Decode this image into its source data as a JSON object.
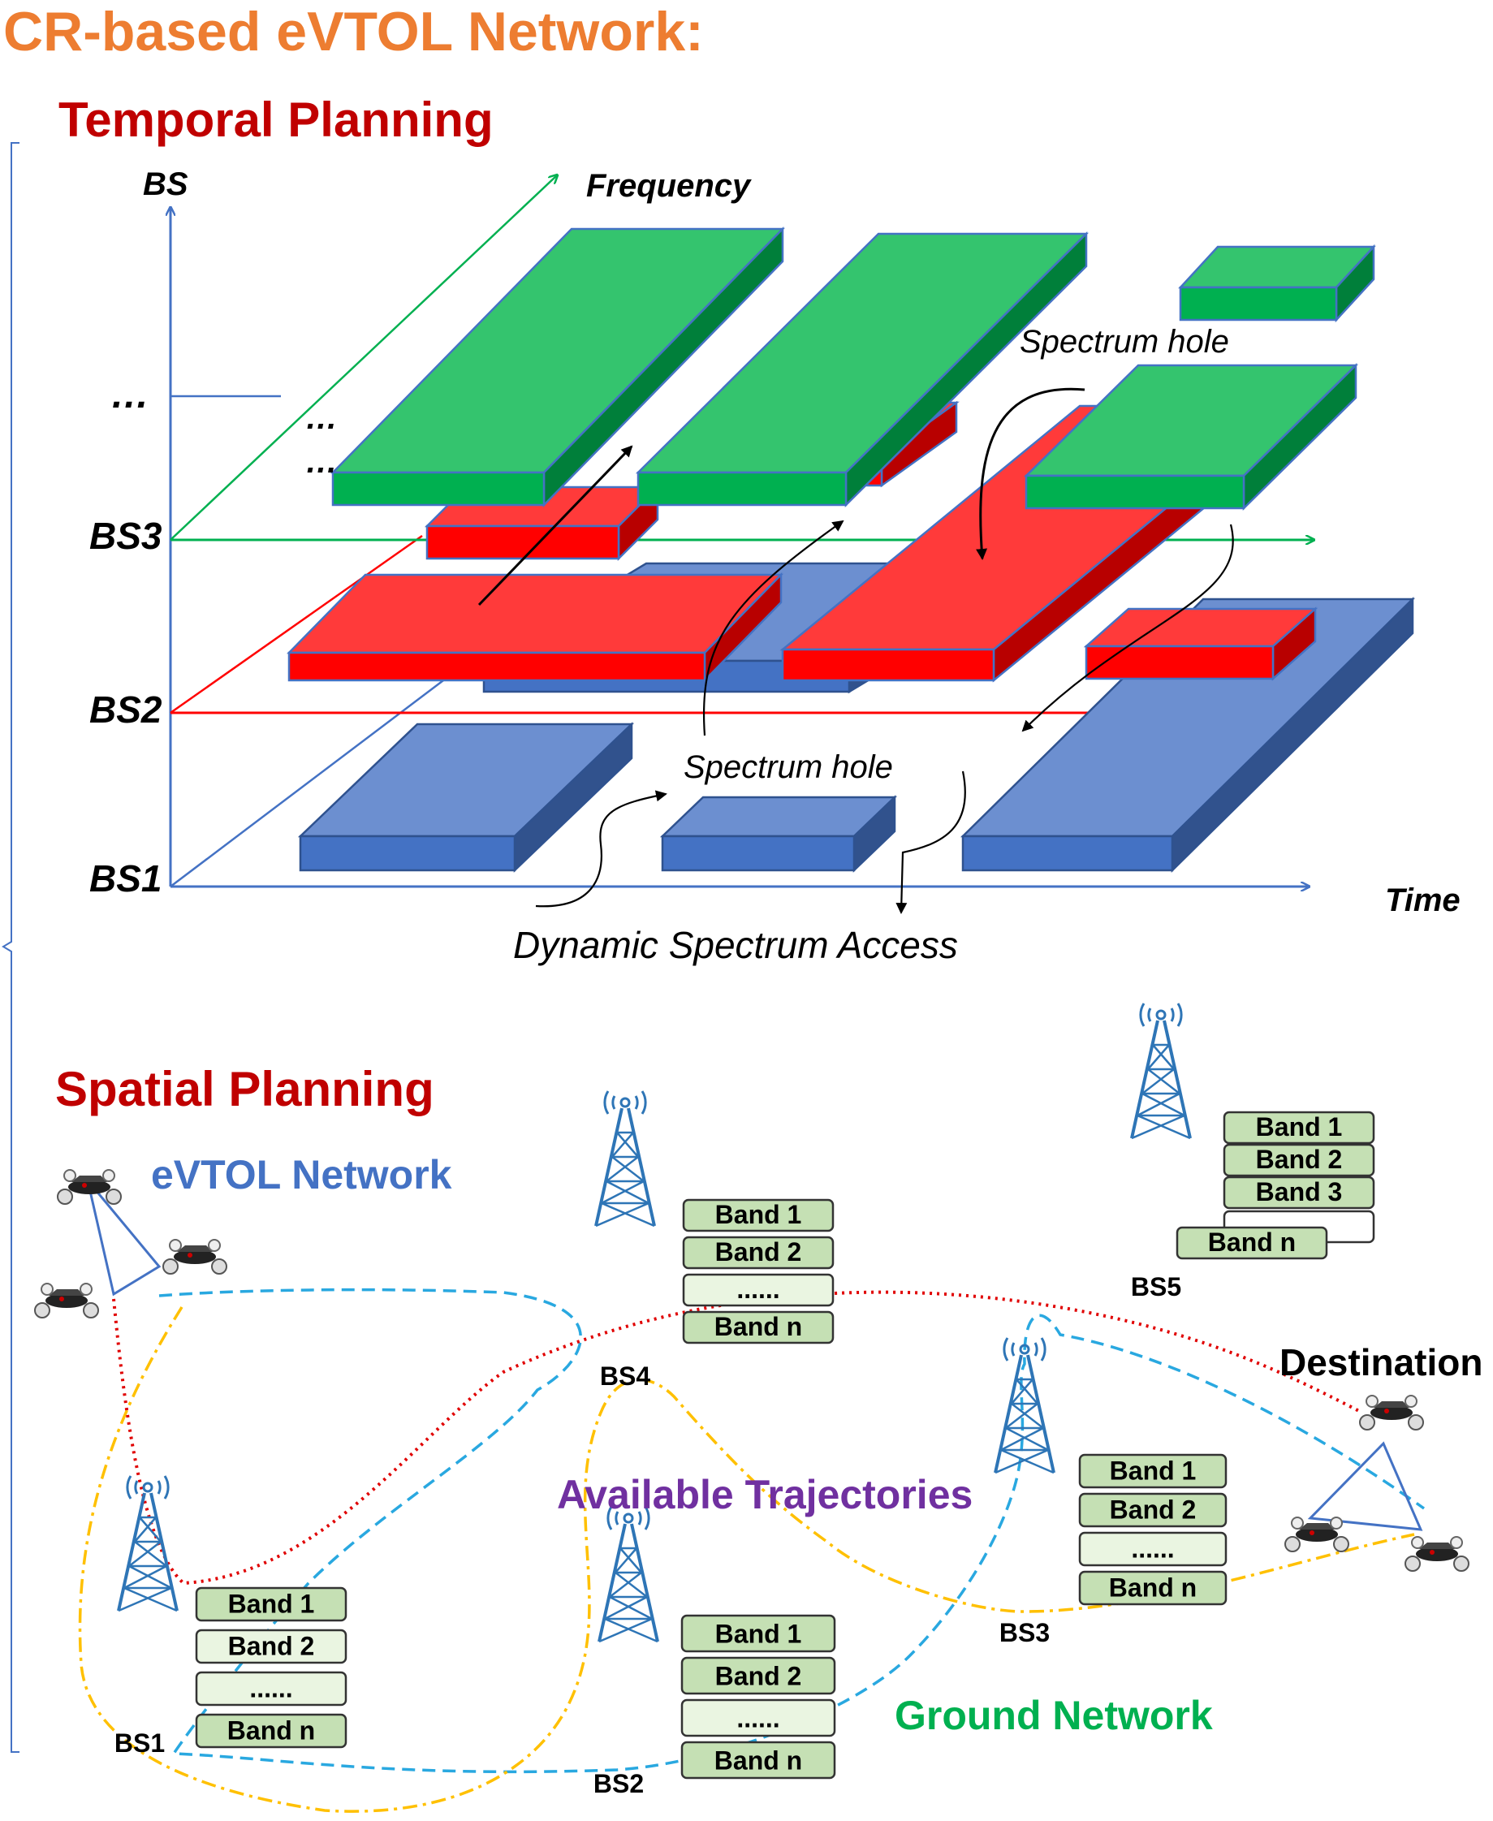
{
  "title": "CR-based eVTOL Network:",
  "temporal": {
    "heading": "Temporal Planning",
    "axis_bs": "BS",
    "axis_frequency": "Frequency",
    "axis_time": "Time",
    "ellipsis": "…",
    "bs_labels": [
      "BS1",
      "BS2",
      "BS3"
    ],
    "spectrum_hole_top": "Spectrum hole",
    "spectrum_hole_bottom": "Spectrum hole",
    "dsa": "Dynamic Spectrum Access"
  },
  "spatial": {
    "heading": "Spatial Planning",
    "evtol_network": "eVTOL Network",
    "destination": "Destination",
    "available_trajectories": "Available Trajectories",
    "ground_network": "Ground Network",
    "stations": [
      {
        "id": "BS1",
        "bands": [
          "Band 1",
          "Band 2",
          "......",
          "Band n"
        ]
      },
      {
        "id": "BS2",
        "bands": [
          "Band 1",
          "Band 2",
          "......",
          "Band n"
        ]
      },
      {
        "id": "BS3",
        "bands": [
          "Band 1",
          "Band 2",
          "......",
          "Band n"
        ]
      },
      {
        "id": "BS4",
        "bands": [
          "Band 1",
          "Band 2",
          "......",
          "Band n"
        ]
      },
      {
        "id": "BS5",
        "bands": [
          "Band 1",
          "Band 2",
          "Band 3",
          "Band n"
        ]
      }
    ]
  },
  "colors": {
    "title": "#ED7D31",
    "heading": "#C00000",
    "evtol": "#4472C4",
    "trajectories": "#7030A0",
    "ground": "#00B050",
    "bs1_block": "#4472C4",
    "bs2_block": "#FF0000",
    "bs3_block": "#00B050",
    "band_fill": "#C5E0B4"
  }
}
